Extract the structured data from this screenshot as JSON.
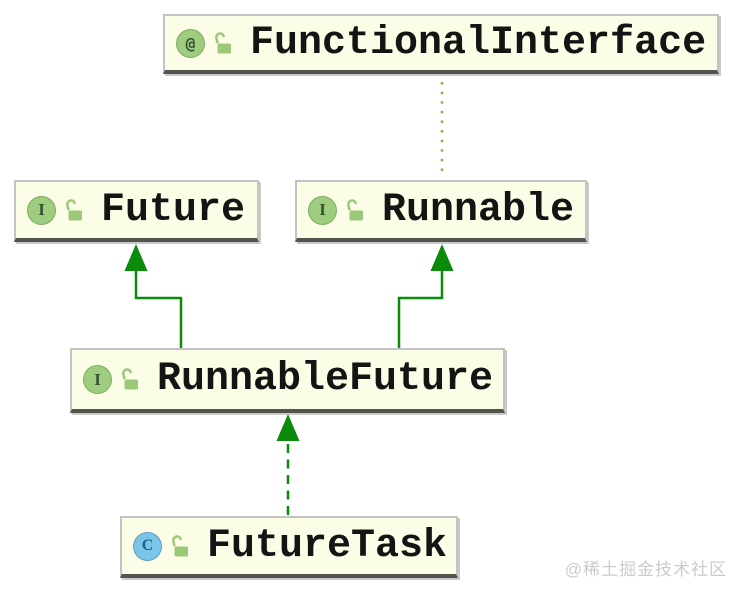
{
  "diagram": {
    "nodes": {
      "functionalInterface": {
        "label": "FunctionalInterface",
        "type": "annotation",
        "icon_letter": "@",
        "lock": "unlocked"
      },
      "future": {
        "label": "Future",
        "type": "interface",
        "icon_letter": "I",
        "lock": "unlocked"
      },
      "runnable": {
        "label": "Runnable",
        "type": "interface",
        "icon_letter": "I",
        "lock": "unlocked"
      },
      "runnableFuture": {
        "label": "RunnableFuture",
        "type": "interface",
        "icon_letter": "I",
        "lock": "unlocked"
      },
      "futureTask": {
        "label": "FutureTask",
        "type": "class",
        "icon_letter": "C",
        "lock": "unlocked"
      }
    },
    "edges": [
      {
        "from": "RunnableFuture",
        "to": "Future",
        "line": "solid-elbow",
        "arrow": "filled-triangle"
      },
      {
        "from": "RunnableFuture",
        "to": "Runnable",
        "line": "solid-elbow",
        "arrow": "filled-triangle"
      },
      {
        "from": "FutureTask",
        "to": "RunnableFuture",
        "line": "dashed",
        "arrow": "filled-triangle"
      },
      {
        "from": "Runnable",
        "to": "FunctionalInterface",
        "line": "dotted",
        "arrow": "none"
      }
    ],
    "watermark": "@稀土掘金技术社区",
    "colors": {
      "node_fill": "#FCFDE7",
      "node_border": "#C3C3C3",
      "node_bottom": "#53544C",
      "node_shadow": "#C9C9C9",
      "label_color": "#141414",
      "edge_green": "#0B8B0B",
      "dotted_olive": "#A6A94F",
      "icon_green": "#9ECD7F",
      "icon_letter_green": "#37512F",
      "icon_blue": "#7CC5E8",
      "icon_letter_blue": "#19618F",
      "lock_green": "#9CC87A",
      "watermark_gray": "#CBCBCB"
    }
  }
}
